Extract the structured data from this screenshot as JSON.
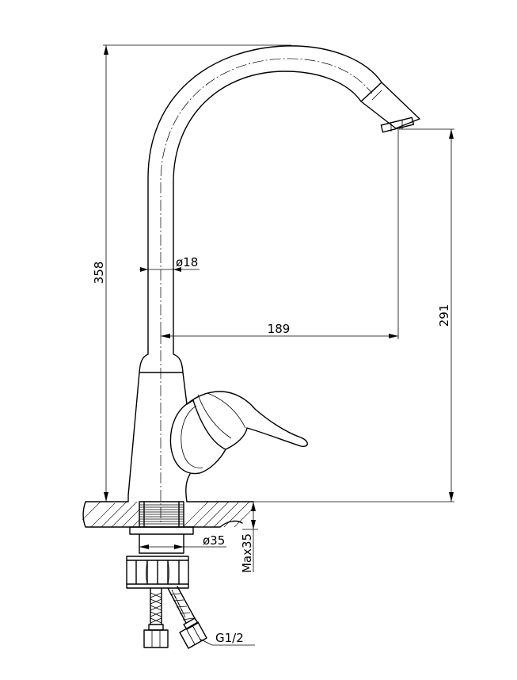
{
  "dimensions": {
    "total_height": "358",
    "spout_height": "291",
    "spout_reach": "189",
    "tube_diameter": "ø18",
    "body_diameter": "ø35",
    "max_countertop": "Max35",
    "thread": "G1/2"
  }
}
